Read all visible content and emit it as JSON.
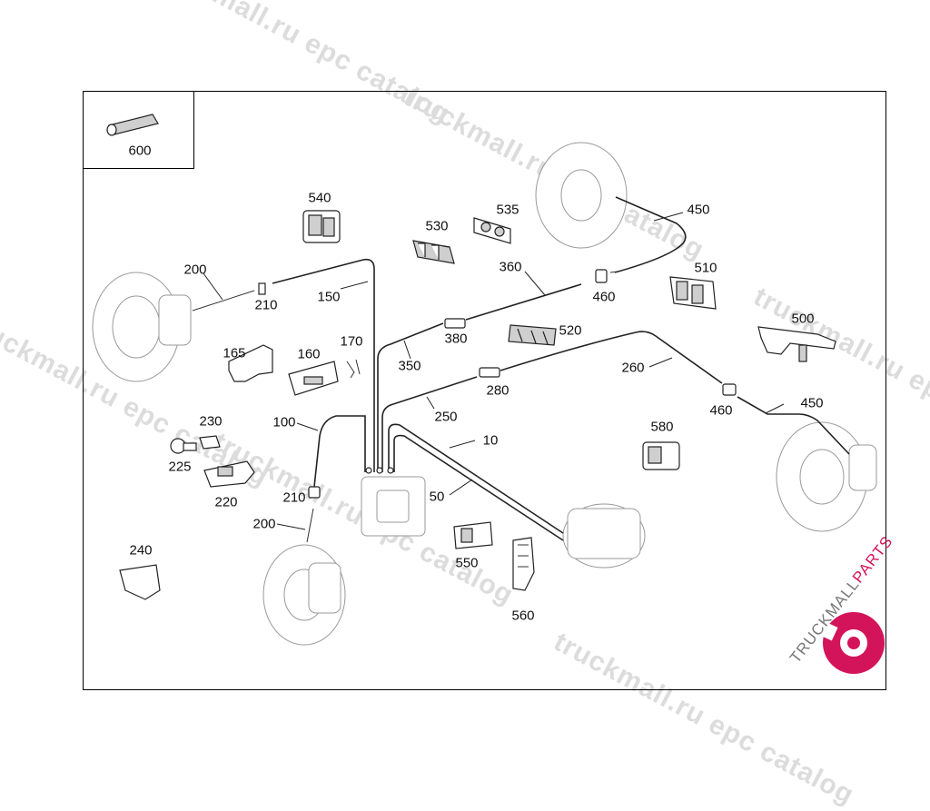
{
  "watermark": {
    "text": "truckmall.ru epc catalog"
  },
  "diagram": {
    "callouts": {
      "c600": "600",
      "c540": "540",
      "c530": "530",
      "c535": "535",
      "c450a": "450",
      "c510": "510",
      "c200a": "200",
      "c210a": "210",
      "c150": "150",
      "c360": "360",
      "c460a": "460",
      "c380": "380",
      "c520": "520",
      "c500": "500",
      "c165": "165",
      "c160": "160",
      "c170": "170",
      "c350": "350",
      "c260": "260",
      "c280": "280",
      "c460b": "460",
      "c450b": "450",
      "c230": "230",
      "c100": "100",
      "c250": "250",
      "c580": "580",
      "c10": "10",
      "c225": "225",
      "c220": "220",
      "c210b": "210",
      "c50": "50",
      "c200b": "200",
      "c240": "240",
      "c550": "550",
      "c560": "560"
    }
  },
  "brand": {
    "left": "TRUCKMALL",
    "right": "PARTS",
    "color": "#d4145a"
  }
}
